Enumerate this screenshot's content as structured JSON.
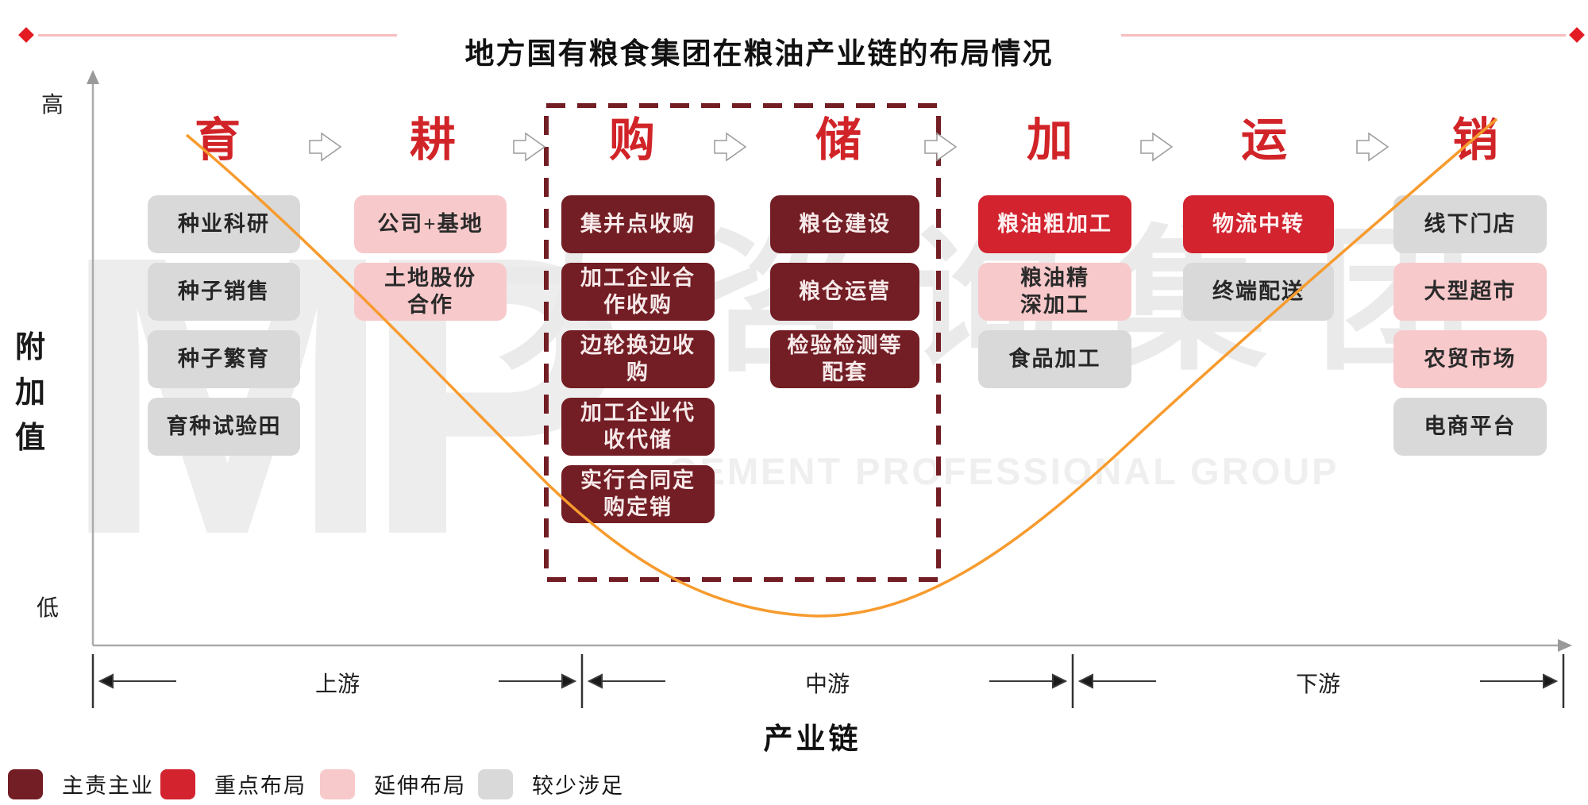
{
  "title": "地方国有粮食集团在粮油产业链的布局情况",
  "y_axis": {
    "top_label": "高",
    "bottom_label": "低",
    "axis_title": "附加值"
  },
  "x_axis": {
    "axis_title": "产业链",
    "segments": [
      "上游",
      "中游",
      "下游"
    ]
  },
  "stages": [
    {
      "label": "育",
      "items": [
        {
          "text": "种业科研",
          "type": "minor"
        },
        {
          "text": "种子销售",
          "type": "minor"
        },
        {
          "text": "种子繁育",
          "type": "minor"
        },
        {
          "text": "育种试验田",
          "type": "minor"
        }
      ]
    },
    {
      "label": "耕",
      "items": [
        {
          "text": "公司+基地",
          "type": "extend"
        },
        {
          "text": "土地股份\n合作",
          "type": "extend"
        }
      ]
    },
    {
      "label": "购",
      "items": [
        {
          "text": "集并点收购",
          "type": "main"
        },
        {
          "text": "加工企业合\n作收购",
          "type": "main"
        },
        {
          "text": "边轮换边收\n购",
          "type": "main"
        },
        {
          "text": "加工企业代\n收代储",
          "type": "main"
        },
        {
          "text": "实行合同定\n购定销",
          "type": "main"
        }
      ]
    },
    {
      "label": "储",
      "items": [
        {
          "text": "粮仓建设",
          "type": "main"
        },
        {
          "text": "粮仓运营",
          "type": "main"
        },
        {
          "text": "检验检测等\n配套",
          "type": "main"
        }
      ]
    },
    {
      "label": "加",
      "items": [
        {
          "text": "粮油粗加工",
          "type": "key"
        },
        {
          "text": "粮油精\n深加工",
          "type": "extend"
        },
        {
          "text": "食品加工",
          "type": "minor"
        }
      ]
    },
    {
      "label": "运",
      "items": [
        {
          "text": "物流中转",
          "type": "key"
        },
        {
          "text": "终端配送",
          "type": "minor"
        }
      ]
    },
    {
      "label": "销",
      "items": [
        {
          "text": "线下门店",
          "type": "minor"
        },
        {
          "text": "大型超市",
          "type": "extend"
        },
        {
          "text": "农贸市场",
          "type": "extend"
        },
        {
          "text": "电商平台",
          "type": "minor"
        }
      ]
    }
  ],
  "legend": [
    {
      "label": "主责主业",
      "type": "main"
    },
    {
      "label": "重点布局",
      "type": "key"
    },
    {
      "label": "延伸布局",
      "type": "extend"
    },
    {
      "label": "较少涉足",
      "type": "minor"
    }
  ],
  "colors": {
    "main": "#731d24",
    "key": "#d2232f",
    "extend": "#f8c9cb",
    "minor": "#d9d9d9",
    "header_red": "#d12428",
    "curve_orange": "#f79b2e",
    "axis_gray": "#ababab",
    "title_line_pink": "#f6bdbf",
    "diamond_red": "#e31b23"
  },
  "watermark": {
    "letters": "MP",
    "cn_text": "大咨询集团",
    "en_text": "GEMENT PROFESSIONAL GROUP"
  }
}
